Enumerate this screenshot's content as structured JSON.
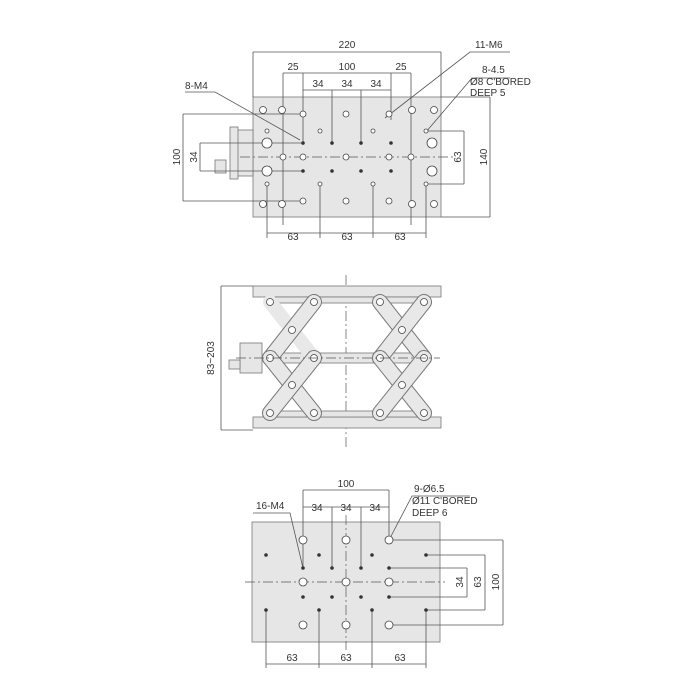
{
  "top_view": {
    "dim_width": "220",
    "dim_25_left": "25",
    "dim_100": "100",
    "dim_25_right": "25",
    "dim_34": [
      "34",
      "34",
      "34"
    ],
    "dim_63_bottom": [
      "63",
      "63",
      "63"
    ],
    "dim_100_left": "100",
    "dim_34_left": "34",
    "dim_63_right": "63",
    "dim_140": "140",
    "label_m4": "8-M4",
    "label_m6": "11-M6",
    "label_cbore_1": "8-4.5",
    "label_cbore_2": "Ø8 C'BORED",
    "label_cbore_3": "DEEP  5"
  },
  "side_view": {
    "dim_height": "83~203"
  },
  "bottom_view": {
    "dim_100": "100",
    "dim_34": [
      "34",
      "34",
      "34"
    ],
    "dim_63_bottom": [
      "63",
      "63",
      "63"
    ],
    "dim_34_right": "34",
    "dim_63_right": "63",
    "dim_100_right": "100",
    "label_m4": "16-M4",
    "label_cbore_1": "9-Ø6.5",
    "label_cbore_2": "Ø11 C'BORED",
    "label_cbore_3": "DEEP 6"
  }
}
